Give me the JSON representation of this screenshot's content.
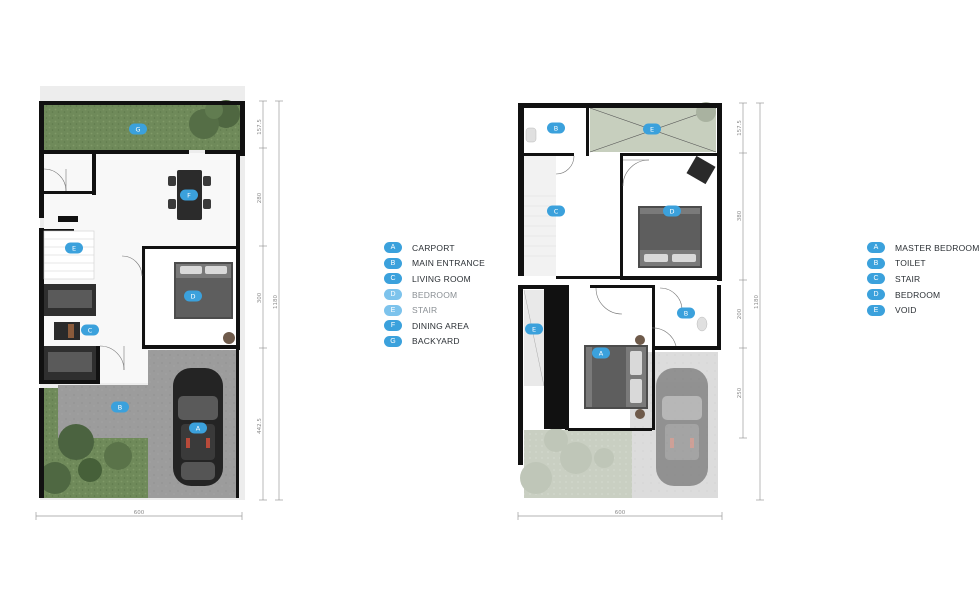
{
  "ground_floor": {
    "room_markers": [
      "G",
      "F",
      "E",
      "D",
      "C",
      "B",
      "A"
    ],
    "dimensions_vertical": [
      "157.5",
      "280",
      "300",
      "442.5"
    ],
    "dimension_total": "1180",
    "dimension_width": "600",
    "legend": [
      {
        "key": "A",
        "label": "CARPORT"
      },
      {
        "key": "B",
        "label": "MAIN ENTRANCE"
      },
      {
        "key": "C",
        "label": "LIVING ROOM"
      },
      {
        "key": "D",
        "label": "BEDROOM"
      },
      {
        "key": "E",
        "label": "STAIR"
      },
      {
        "key": "F",
        "label": "DINING AREA"
      },
      {
        "key": "G",
        "label": "BACKYARD"
      }
    ]
  },
  "first_floor": {
    "room_markers": [
      "B",
      "E",
      "C",
      "D",
      "E",
      "B",
      "A"
    ],
    "dimensions_vertical": [
      "157.5",
      "380",
      "200",
      "250"
    ],
    "dimension_total": "1180",
    "dimension_width": "600",
    "legend": [
      {
        "key": "A",
        "label": "MASTER BEDROOM"
      },
      {
        "key": "B",
        "label": "TOILET"
      },
      {
        "key": "C",
        "label": "STAIR"
      },
      {
        "key": "D",
        "label": "BEDROOM"
      },
      {
        "key": "E",
        "label": "VOID"
      }
    ]
  },
  "colors": {
    "accent": "#3ba1dc",
    "wall": "#111111",
    "grass": "#6f8a5a",
    "paving": "#9a9a9a",
    "dimension": "#9a9a9a"
  }
}
